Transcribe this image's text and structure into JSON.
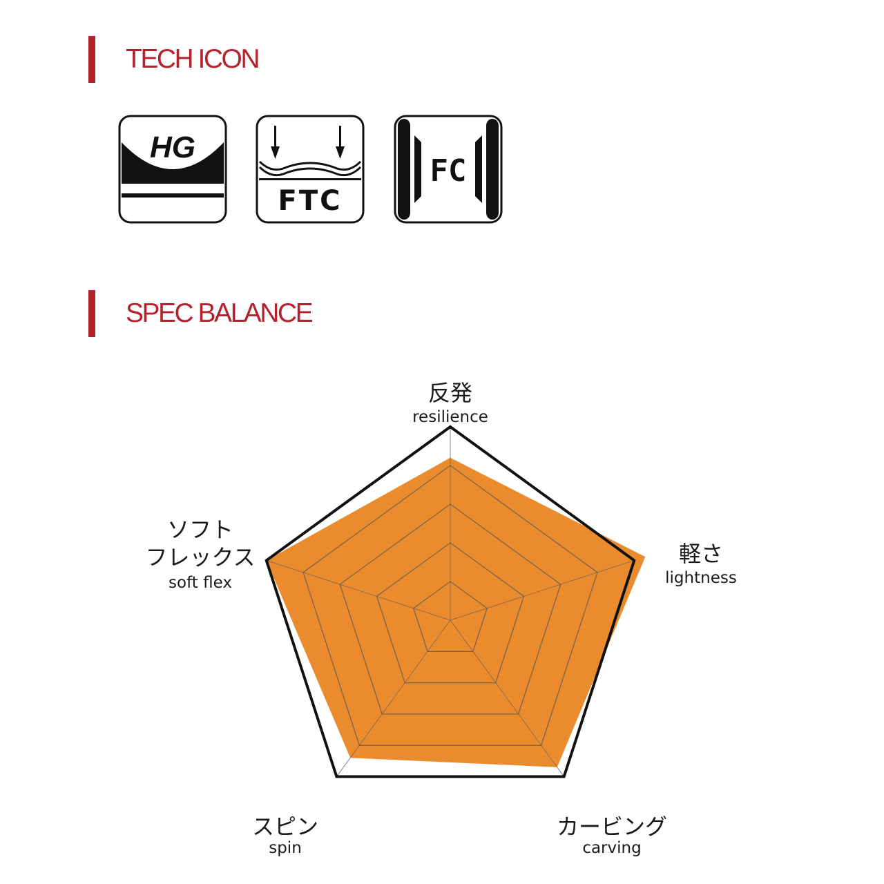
{
  "sections": {
    "tech": {
      "title": "TECH ICON"
    },
    "spec": {
      "title": "SPEC BALANCE"
    }
  },
  "icons": [
    {
      "name": "hg-icon",
      "text": "HG"
    },
    {
      "name": "ftc-icon",
      "text": "FTC"
    },
    {
      "name": "fc-icon",
      "text": "FC"
    }
  ],
  "colors": {
    "accent": "#b3222d",
    "fill": "#ea8c2e",
    "outline": "#111111",
    "grid": "#555555"
  },
  "chart_data": {
    "type": "radar",
    "max": 5,
    "levels": 5,
    "axes": [
      {
        "jp": "反発",
        "en": "resilience"
      },
      {
        "jp": "軽さ",
        "en": "lightness"
      },
      {
        "jp": "カービング",
        "en": "carving"
      },
      {
        "jp": "スピン",
        "en": "spin"
      },
      {
        "jp": "ソフト",
        "jp2": "フレックス",
        "en": "soft flex"
      }
    ],
    "values": [
      4.2,
      5.3,
      4.7,
      4.4,
      5.0
    ]
  }
}
